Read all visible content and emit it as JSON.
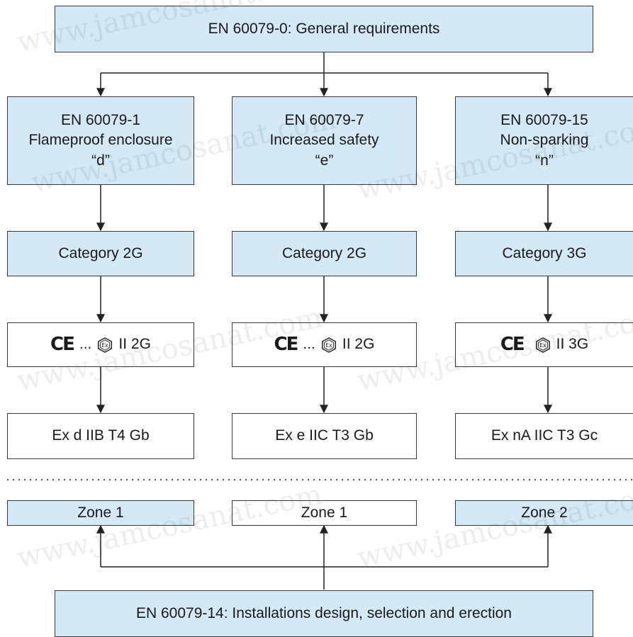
{
  "header": {
    "title": "EN 60079-0: General requirements"
  },
  "columns": [
    {
      "standard": "EN 60079-1",
      "protection": "Flameproof enclosure",
      "code": "“d”",
      "category": "Category 2G",
      "marking": {
        "ce": "CE",
        "dots": "...",
        "group": "II 2G"
      },
      "ex_code": "Ex d IIB T4 Gb",
      "zone": "Zone 1"
    },
    {
      "standard": "EN 60079-7",
      "protection": "Increased safety",
      "code": "“e”",
      "category": "Category 2G",
      "marking": {
        "ce": "CE",
        "dots": "...",
        "group": "II 2G"
      },
      "ex_code": "Ex e IIC T3 Gb",
      "zone": "Zone 1"
    },
    {
      "standard": "EN 60079-15",
      "protection": "Non-sparking",
      "code": "“n”",
      "category": "Category 3G",
      "marking": {
        "ce": "CE",
        "dots": "",
        "group": "II 3G"
      },
      "ex_code": "Ex nA IIC T3 Gc",
      "zone": "Zone 2"
    }
  ],
  "footer": {
    "title": "EN 60079-14: Installations design, selection and erection"
  },
  "watermark": "www.jamcosanat.com",
  "colors": {
    "box_fill": "#d4e8f6",
    "border": "#3a3a3a"
  }
}
